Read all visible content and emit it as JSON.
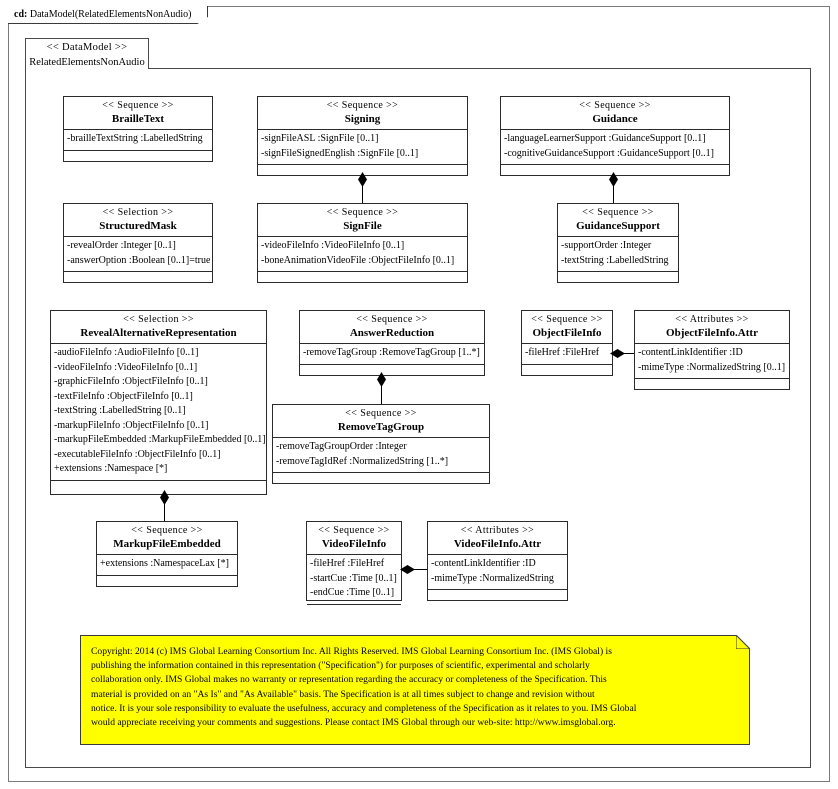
{
  "frame": {
    "tab_prefix": "cd:",
    "tab_title": "DataModel(RelatedElementsNonAudio)"
  },
  "package": {
    "stereotype": "<< DataModel >>",
    "name": "RelatedElementsNonAudio"
  },
  "classes": {
    "braille_text": {
      "stereotype": "<< Sequence >>",
      "name": "BrailleText",
      "attributes": [
        "-brailleTextString   :LabelledString"
      ]
    },
    "signing": {
      "stereotype": "<< Sequence >>",
      "name": "Signing",
      "attributes": [
        "-signFileASL  :SignFile [0..1]",
        "-signFileSignedEnglish    :SignFile [0..1]"
      ]
    },
    "guidance": {
      "stereotype": "<< Sequence >>",
      "name": "Guidance",
      "attributes": [
        "-languageLearnerSupport   :GuidanceSupport [0..1]",
        "-cognitiveGuidanceSupport    :GuidanceSupport [0..1]"
      ]
    },
    "structured_mask": {
      "stereotype": "<< Selection >>",
      "name": "StructuredMask",
      "attributes": [
        "-revealOrder :Integer [0..1]",
        "-answerOption :Boolean [0..1]=true"
      ]
    },
    "sign_file": {
      "stereotype": "<< Sequence >>",
      "name": "SignFile",
      "attributes": [
        "-videoFileInfo  :VideoFileInfo  [0..1]",
        "-boneAnimationVideoFile    :ObjectFileInfo [0..1]"
      ]
    },
    "guidance_support": {
      "stereotype": "<< Sequence >>",
      "name": "GuidanceSupport",
      "attributes": [
        "-supportOrder :Integer",
        "-textString :LabelledString"
      ]
    },
    "reveal_alternative_representation": {
      "stereotype": "<< Selection >>",
      "name": "RevealAlternativeRepresentation",
      "attributes": [
        "-audioFileInfo  :AudioFileInfo  [0..1]",
        "-videoFileInfo  :VideoFileInfo  [0..1]",
        "-graphicFileInfo   :ObjectFileInfo  [0..1]",
        "-textFileInfo  :ObjectFileInfo  [0..1]",
        "-textString :LabelledString  [0..1]",
        "-markupFileInfo   :ObjectFileInfo  [0..1]",
        "-markupFileEmbedded  :MarkupFileEmbedded  [0..1]",
        "-executableFileInfo   :ObjectFileInfo  [0..1]",
        "+extensions :Namespace [*]"
      ]
    },
    "answer_reduction": {
      "stereotype": "<< Sequence >>",
      "name": "AnswerReduction",
      "attributes": [
        "-removeTagGroup  :RemoveTagGroup  [1..*]"
      ]
    },
    "object_file_info": {
      "stereotype": "<< Sequence >>",
      "name": "ObjectFileInfo",
      "attributes": [
        "-fileHref  :FileHref"
      ]
    },
    "object_file_info_attr": {
      "stereotype": "<< Attributes >>",
      "name": "ObjectFileInfo.Attr",
      "attributes": [
        "-contentLinkIdentifier    :ID",
        "-mimeType  :NormalizedString  [0..1]"
      ]
    },
    "remove_tag_group": {
      "stereotype": "<< Sequence >>",
      "name": "RemoveTagGroup",
      "attributes": [
        "-removeTagGroupOrder  :Integer",
        "-removeTagIdRef  :NormalizedString  [1..*]"
      ]
    },
    "markup_file_embedded": {
      "stereotype": "<< Sequence >>",
      "name": "MarkupFileEmbedded",
      "attributes": [
        "+extensions :NamespaceLax [*]"
      ]
    },
    "video_file_info": {
      "stereotype": "<< Sequence >>",
      "name": "VideoFileInfo",
      "attributes": [
        "-fileHref  :FileHref",
        "-startCue :Time [0..1]",
        "-endCue :Time [0..1]"
      ]
    },
    "video_file_info_attr": {
      "stereotype": "<< Attributes >>",
      "name": "VideoFileInfo.Attr",
      "attributes": [
        "-contentLinkIdentifier    :ID",
        "-mimeType  :NormalizedString"
      ]
    }
  },
  "note": {
    "background_color": "#ffff00",
    "lines": [
      "Copyright: 2014 (c) IMS Global Learning Consortium Inc.   All Rights Reserved.   IMS Global Learning Consortium Inc. (IMS Global) is",
      "publishing the information contained in this representation (\"Specification\") for purposes of scientific, experimental and scholarly",
      "collaboration only.   IMS Global makes no warranty or representation regarding the accuracy or completeness of the Specification.   This",
      "material is provided on an \"As Is\" and \"As Available\" basis.   The Specification is at all times subject to change and revision without",
      "notice.   It is your sole responsibility to evaluate the usefulness, accuracy and completeness of the Specification as it relates to you.   IMS Global",
      "would appreciate receiving your comments and suggestions.   Please contact IMS Global through our web-site: http://www.imsglobal.org."
    ]
  }
}
